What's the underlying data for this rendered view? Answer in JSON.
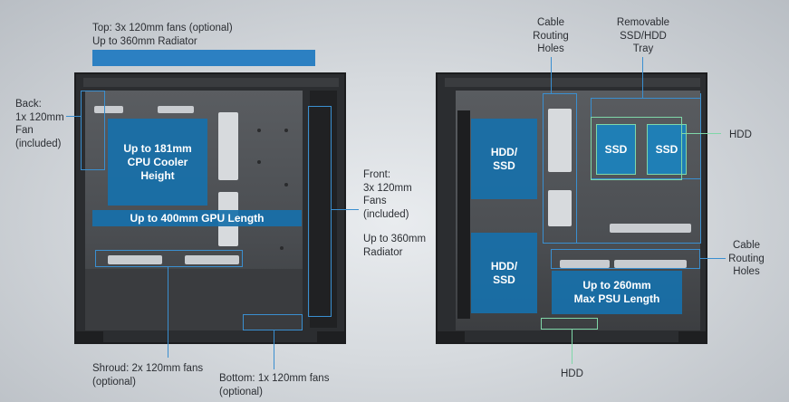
{
  "left": {
    "top_label": [
      "Top: 3x 120mm fans (optional)",
      "Up to 360mm Radiator"
    ],
    "back_label": [
      "Back:",
      "1x 120mm",
      "Fan",
      "(included)"
    ],
    "cpu_cooler": [
      "Up to 181mm",
      "CPU Cooler",
      "Height"
    ],
    "gpu_length": "Up to 400mm GPU Length",
    "front_label": [
      "Front:",
      "3x 120mm",
      "Fans",
      "(included)"
    ],
    "front_radiator": [
      "Up to 360mm",
      "Radiator"
    ],
    "shroud_label": [
      "Shroud: 2x 120mm fans",
      "(optional)"
    ],
    "bottom_label": [
      "Bottom: 1x 120mm fans",
      "(optional)"
    ]
  },
  "right": {
    "cable_top_label": [
      "Cable",
      "Routing",
      "Holes"
    ],
    "ssd_tray_label": [
      "Removable",
      "SSD/HDD",
      "Tray"
    ],
    "hdd_right_label": "HDD",
    "cable_right_label": [
      "Cable",
      "Routing",
      "Holes"
    ],
    "hdd_bottom_label": "HDD",
    "hdd_ssd_1": [
      "HDD/",
      "SSD"
    ],
    "hdd_ssd_2": [
      "HDD/",
      "SSD"
    ],
    "ssd_1": "SSD",
    "ssd_2": "SSD",
    "psu": [
      "Up to 260mm",
      "Max PSU Length"
    ]
  }
}
